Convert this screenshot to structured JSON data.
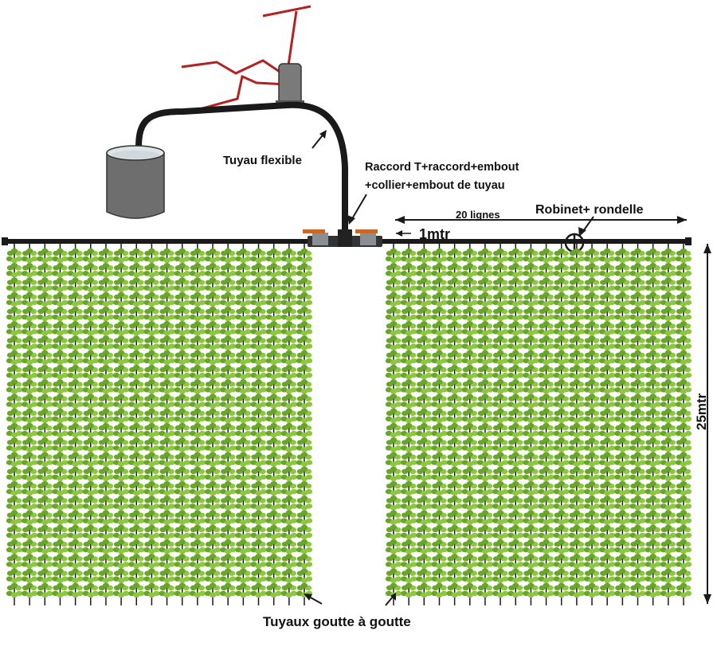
{
  "labels": {
    "flexible_hose": "Tuyau  flexible",
    "fitting_line1": "Raccord T+raccord+embout",
    "fitting_line2": "+collier+embout de tuyau",
    "line_count": "20 lignes",
    "tap": "Robinet+ rondelle",
    "spacing": "1mtr",
    "length": "25mtr",
    "drip_pipes": "Tuyaux goutte à goutte"
  },
  "layout_counts": {
    "left_field_lines": 20,
    "right_field_lines": 20,
    "plant_rows": 24
  },
  "colors": {
    "plant": "#8dc63f",
    "plant_dark": "#6aa52b",
    "pipe": "#1a1a1a",
    "antenna": "#b22222",
    "tank": "#6e6e6e",
    "valve": "#c8692a"
  },
  "icons": {
    "tank": "water-tank-icon",
    "pump": "pump-icon",
    "antenna": "antenna-icon",
    "valve": "valve-icon",
    "plant": "plant-icon"
  }
}
